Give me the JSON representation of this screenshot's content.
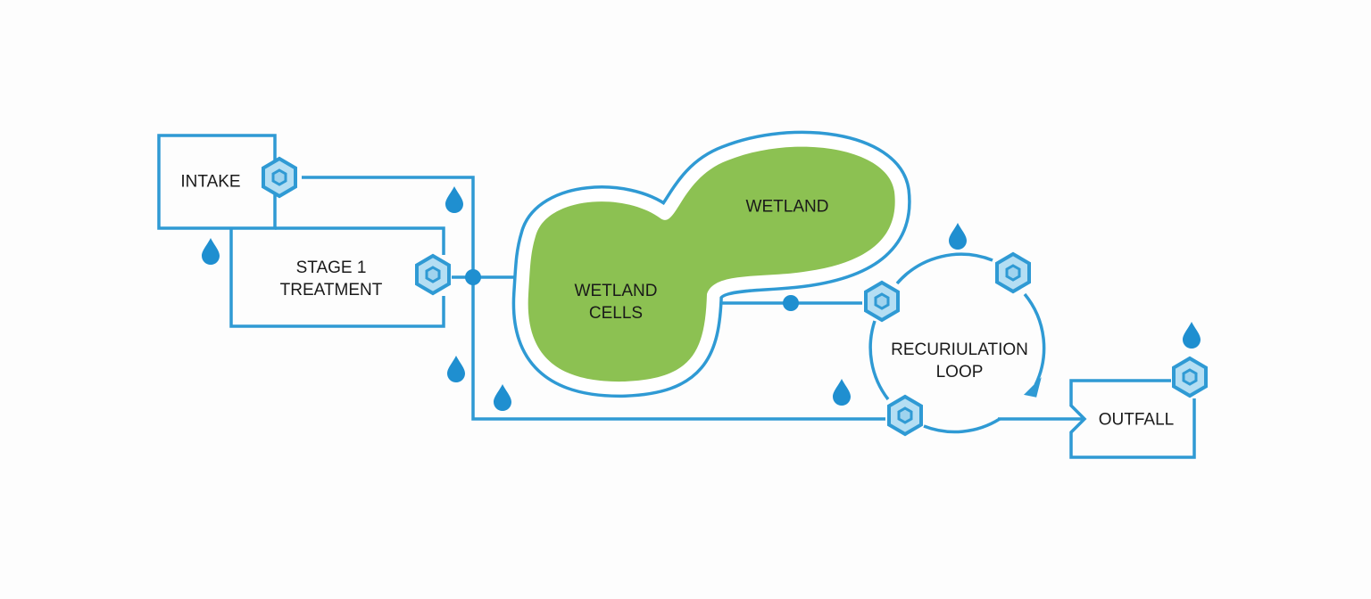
{
  "diagram": {
    "nodes": {
      "intake": "INTAKE",
      "stage1_line1": "STAGE 1",
      "stage1_line2": "TREATMENT",
      "wetland": "WETLAND",
      "wetland_cells_line1": "WETLAND",
      "wetland_cells_line2": "CELLS",
      "loop_line1": "RECURIULATION",
      "loop_line2": "LOOP",
      "outfall": "OUTFALL"
    },
    "icons": [
      "hex-nut-icon",
      "water-drop-icon",
      "junction-dot-icon",
      "flow-arrow-icon"
    ],
    "colors": {
      "pipe": "#2f9ad4",
      "wetland": "#8cc152",
      "hex_fill": "#b4def3",
      "text": "#1a1a1a"
    }
  }
}
